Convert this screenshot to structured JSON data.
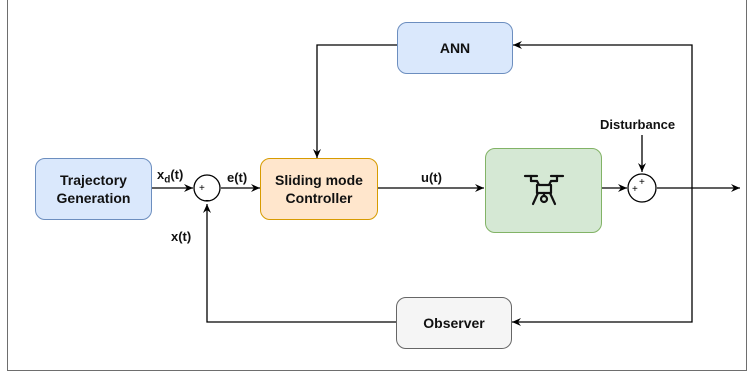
{
  "blocks": {
    "trajectory": {
      "line1": "Trajectory",
      "line2": "Generation"
    },
    "controller": {
      "line1": "Sliding mode",
      "line2": "Controller"
    },
    "ann": "ANN",
    "observer": "Observer",
    "drone_icon": "drone-icon"
  },
  "signals": {
    "xd_main": "x",
    "xd_sub": "d",
    "xd_tail": "(t)",
    "error": "e(t)",
    "control": "u(t)",
    "state": "x(t)",
    "disturbance": "Disturbance"
  },
  "summing_junctions": {
    "error_sum": {
      "plus": "+",
      "minus": "-"
    },
    "disturbance_sum": {
      "plus_left": "+",
      "plus_top": "+"
    }
  },
  "colors": {
    "trajectory_fill": "#dae8fc",
    "trajectory_stroke": "#6c8ebf",
    "controller_fill": "#ffe6cc",
    "controller_stroke": "#d79b00",
    "ann_fill": "#dae8fc",
    "ann_stroke": "#6c8ebf",
    "plant_fill": "#d5e8d4",
    "plant_stroke": "#82b366",
    "observer_fill": "#f5f5f5",
    "observer_stroke": "#666666"
  }
}
